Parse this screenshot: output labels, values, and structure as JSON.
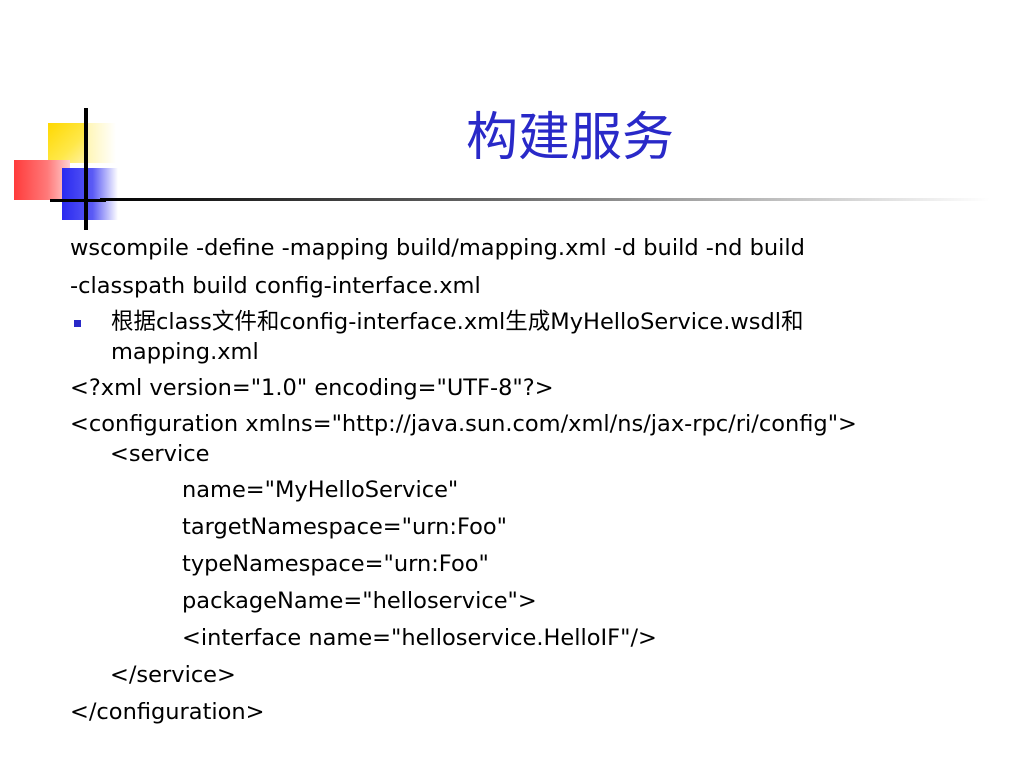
{
  "slide": {
    "title": "构建服务",
    "lines": [
      "wscompile -define -mapping build/mapping.xml -d build -nd build",
      "-classpath build config-interface.xml",
      "根据class文件和config-interface.xml生成MyHelloService.wsdl和",
      "mapping.xml",
      "<?xml version=\"1.0\" encoding=\"UTF-8\"?>",
      "<configuration xmlns=\"http://java.sun.com/xml/ns/jax-rpc/ri/config\">",
      "<service",
      "name=\"MyHelloService\"",
      "targetNamespace=\"urn:Foo\"",
      "typeNamespace=\"urn:Foo\"",
      "packageName=\"helloservice\">",
      "<interface name=\"helloservice.HelloIF\"/>",
      "</service>",
      "</configuration>"
    ]
  },
  "colors": {
    "title": "#2929c8",
    "bullet": "#2929c8",
    "text": "#000000"
  }
}
